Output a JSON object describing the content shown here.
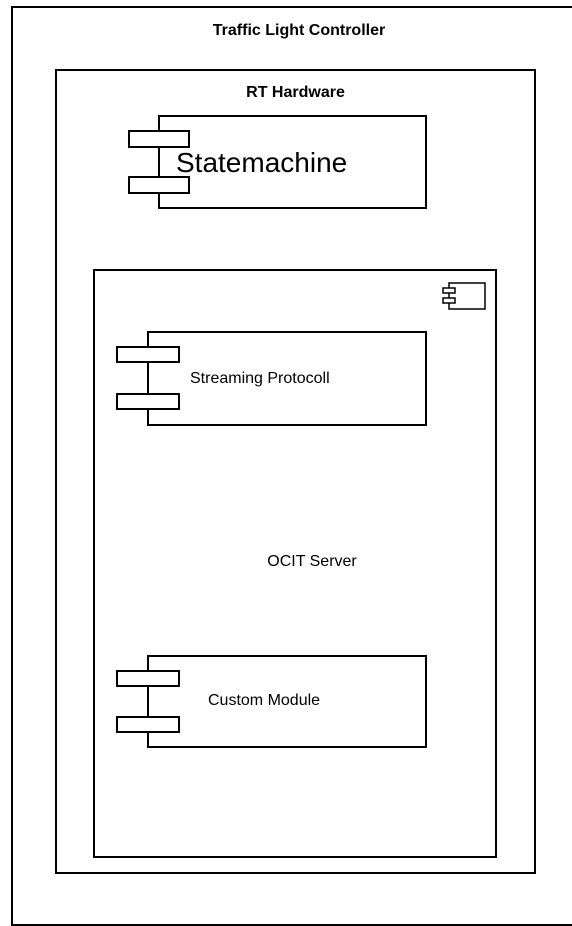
{
  "diagram": {
    "outer": {
      "title": "Traffic Light Controller"
    },
    "rt_hardware": {
      "title": "RT Hardware"
    },
    "statemachine": {
      "label": "Statemachine"
    },
    "ocit_server": {
      "label": "OCIT Server"
    },
    "streaming_protocol": {
      "label": "Streaming Protocoll"
    },
    "custom_module": {
      "label": "Custom Module"
    }
  },
  "colors": {
    "stroke": "#000000",
    "fill": "#ffffff"
  },
  "icons": {
    "component": "component-icon"
  }
}
